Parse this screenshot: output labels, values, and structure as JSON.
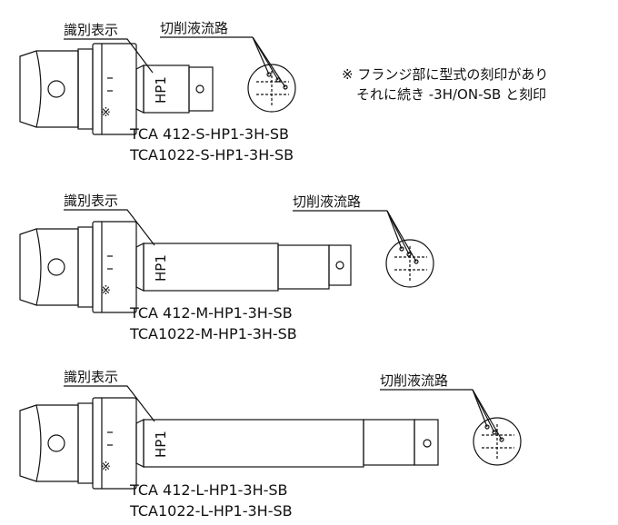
{
  "note": {
    "line1": "※ フランジ部に型式の刻印があり",
    "line2": "それに続き -3H/ON-SB と刻印"
  },
  "tools": [
    {
      "id_label": "識別表示",
      "channel_label": "切削液流路",
      "marking": "HP1",
      "symbol": "※",
      "model_1": "TCA 412-S-HP1-3H-SB",
      "model_2": "TCA1022-S-HP1-3H-SB"
    },
    {
      "id_label": "識別表示",
      "channel_label": "切削液流路",
      "marking": "HP1",
      "symbol": "※",
      "model_1": "TCA 412-M-HP1-3H-SB",
      "model_2": "TCA1022-M-HP1-3H-SB"
    },
    {
      "id_label": "識別表示",
      "channel_label": "切削液流路",
      "marking": "HP1",
      "symbol": "※",
      "model_1": "TCA 412-L-HP1-3H-SB",
      "model_2": "TCA1022-L-HP1-3H-SB"
    }
  ]
}
